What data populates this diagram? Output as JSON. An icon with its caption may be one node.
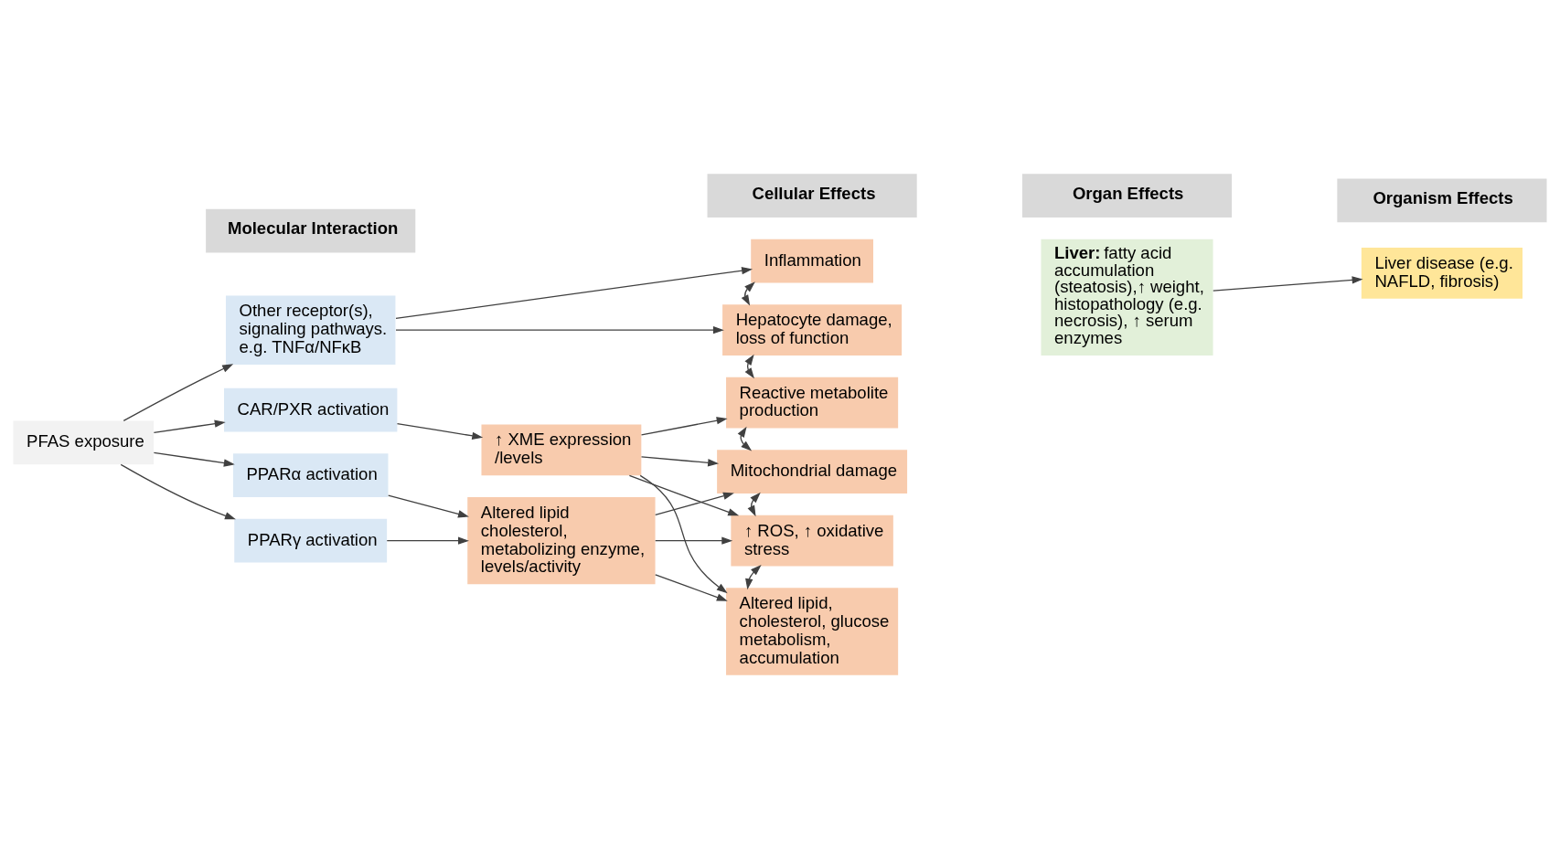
{
  "diagram": {
    "nodes": [
      {
        "text": [
          "Molecular Interaction"
        ]
      },
      {
        "text": [
          "Cellular Effects"
        ]
      },
      {
        "text": [
          "Organ Effects"
        ]
      },
      {
        "text": [
          "Organism Effects"
        ]
      },
      {
        "text": [
          "PFAS exposure"
        ]
      },
      {
        "text": [
          "Other receptor(s), signaling pathways. e.g. TNFα/NFκB"
        ]
      },
      {
        "text": [
          "CAR/PXR activation"
        ]
      },
      {
        "text": [
          "PPARα activation"
        ]
      },
      {
        "text": [
          "PPARγ activation"
        ]
      },
      {
        "text": [
          "↑ XME expression /levels"
        ]
      },
      {
        "text": [
          "Altered lipid cholesterol, metabolizing enzyme, levels/activity"
        ]
      },
      {
        "text": [
          "Inflammation"
        ]
      },
      {
        "text": [
          "Hepatocyte damage, loss of function"
        ]
      },
      {
        "text": [
          "Reactive metabolite production"
        ]
      },
      {
        "text": [
          "Mitochondrial damage"
        ]
      },
      {
        "text": [
          "↑ ROS, ↑ oxidative stress"
        ]
      },
      {
        "text": [
          "Altered lipid, cholesterol, glucose metabolism, accumulation"
        ]
      },
      {
        "text": [
          "**Liver:** fatty acid accumulation (steatosis),↑ weight, histopathology (e.g. necrosis), ↑ serum enzymes"
        ]
      },
      {
        "text": [
          "Liver disease (e.g. NAFLD, fibrosis)"
        ]
      }
    ],
    "edges": [
      {
        "from": 4,
        "to": 5,
        "arrow": "to"
      },
      {
        "from": 4,
        "to": 6,
        "arrow": "to"
      },
      {
        "from": 4,
        "to": 7,
        "arrow": "to"
      },
      {
        "from": 4,
        "to": 8,
        "arrow": "to"
      },
      {
        "from": 5,
        "to": 11,
        "arrow": "to"
      },
      {
        "from": 5,
        "to": 12,
        "arrow": "to"
      },
      {
        "from": 6,
        "to": 9,
        "arrow": "to"
      },
      {
        "from": 9,
        "to": 13,
        "arrow": "to"
      },
      {
        "from": 9,
        "to": 14,
        "arrow": "to"
      },
      {
        "from": 9,
        "to": 15,
        "arrow": "to"
      },
      {
        "from": 9,
        "to": 16,
        "arrow": "to"
      },
      {
        "from": 7,
        "to": 10,
        "arrow": "to"
      },
      {
        "from": 8,
        "to": 10,
        "arrow": "to"
      },
      {
        "from": 10,
        "to": 14,
        "arrow": "to"
      },
      {
        "from": 10,
        "to": 15,
        "arrow": "to"
      },
      {
        "from": 10,
        "to": 16,
        "arrow": "to"
      },
      {
        "from": 11,
        "to": 12,
        "arrow": "both"
      },
      {
        "from": 12,
        "to": 13,
        "arrow": "both"
      },
      {
        "from": 13,
        "to": 14,
        "arrow": "both"
      },
      {
        "from": 14,
        "to": 15,
        "arrow": "both"
      },
      {
        "from": 15,
        "to": 16,
        "arrow": "both"
      },
      {
        "from": 17,
        "to": 18,
        "arrow": "to"
      }
    ]
  }
}
